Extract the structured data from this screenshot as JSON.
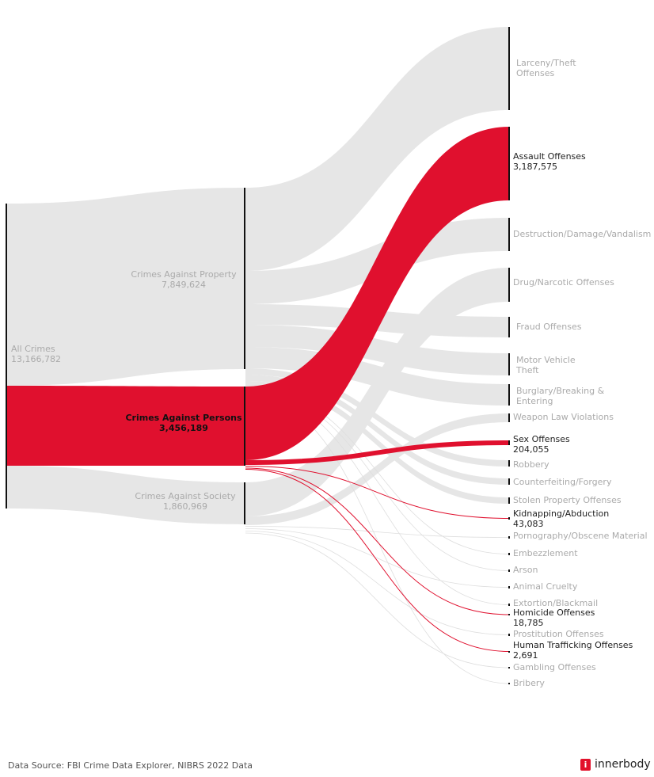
{
  "chart_data": {
    "type": "sankey",
    "highlight_color": "#e0102e",
    "base_color": "#e6e6e6",
    "root": {
      "label": "All Crimes",
      "value": "13,166,782"
    },
    "categories": [
      {
        "id": "property",
        "label": "Crimes Against Property",
        "value": "7,849,624",
        "highlight": false
      },
      {
        "id": "persons",
        "label": "Crimes Against Persons",
        "value": "3,456,189",
        "highlight": true
      },
      {
        "id": "society",
        "label": "Crimes Against Society",
        "value": "1,860,969",
        "highlight": false
      }
    ],
    "offenses": [
      {
        "id": "larceny",
        "label": "Larceny/Theft Offenses",
        "source": "property",
        "highlight": false
      },
      {
        "id": "assault",
        "label": "Assault Offenses",
        "value": "3,187,575",
        "source": "persons",
        "highlight": true
      },
      {
        "id": "destruction",
        "label": "Destruction/Damage/Vandalism",
        "source": "property",
        "highlight": false
      },
      {
        "id": "drug",
        "label": "Drug/Narcotic Offenses",
        "source": "society",
        "highlight": false
      },
      {
        "id": "fraud",
        "label": "Fraud Offenses",
        "source": "property",
        "highlight": false
      },
      {
        "id": "mvt",
        "label": "Motor Vehicle Theft",
        "source": "property",
        "highlight": false
      },
      {
        "id": "burglary",
        "label": "Burglary/Breaking & Entering",
        "source": "property",
        "highlight": false
      },
      {
        "id": "weapon",
        "label": "Weapon Law Violations",
        "source": "society",
        "highlight": false
      },
      {
        "id": "sex",
        "label": "Sex Offenses",
        "value": "204,055",
        "source": "persons",
        "highlight": true
      },
      {
        "id": "robbery",
        "label": "Robbery",
        "source": "property",
        "highlight": false
      },
      {
        "id": "counterfeit",
        "label": "Counterfeiting/Forgery",
        "source": "property",
        "highlight": false
      },
      {
        "id": "stolen",
        "label": "Stolen Property Offenses",
        "source": "property",
        "highlight": false
      },
      {
        "id": "kidnap",
        "label": "Kidnapping/Abduction",
        "value": "43,083",
        "source": "persons",
        "highlight": true
      },
      {
        "id": "porn",
        "label": "Pornography/Obscene Material",
        "source": "society",
        "highlight": false
      },
      {
        "id": "embezzle",
        "label": "Embezzlement",
        "source": "property",
        "highlight": false
      },
      {
        "id": "arson",
        "label": "Arson",
        "source": "property",
        "highlight": false
      },
      {
        "id": "animal",
        "label": "Animal Cruelty",
        "source": "society",
        "highlight": false
      },
      {
        "id": "extortion",
        "label": "Extortion/Blackmail",
        "source": "property",
        "highlight": false
      },
      {
        "id": "homicide",
        "label": "Homicide Offenses",
        "value": "18,785",
        "source": "persons",
        "highlight": true
      },
      {
        "id": "prostitution",
        "label": "Prostitution Offenses",
        "source": "society",
        "highlight": false
      },
      {
        "id": "trafficking",
        "label": "Human Trafficking Offenses",
        "value": "2,691",
        "source": "persons",
        "highlight": true
      },
      {
        "id": "gambling",
        "label": "Gambling Offenses",
        "source": "society",
        "highlight": false
      },
      {
        "id": "bribery",
        "label": "Bribery",
        "source": "property",
        "highlight": false
      }
    ]
  },
  "footer": {
    "source": "Data Source: FBI Crime Data Explorer, NIBRS 2022 Data"
  },
  "brand": {
    "icon": "i",
    "name": "innerbody"
  }
}
